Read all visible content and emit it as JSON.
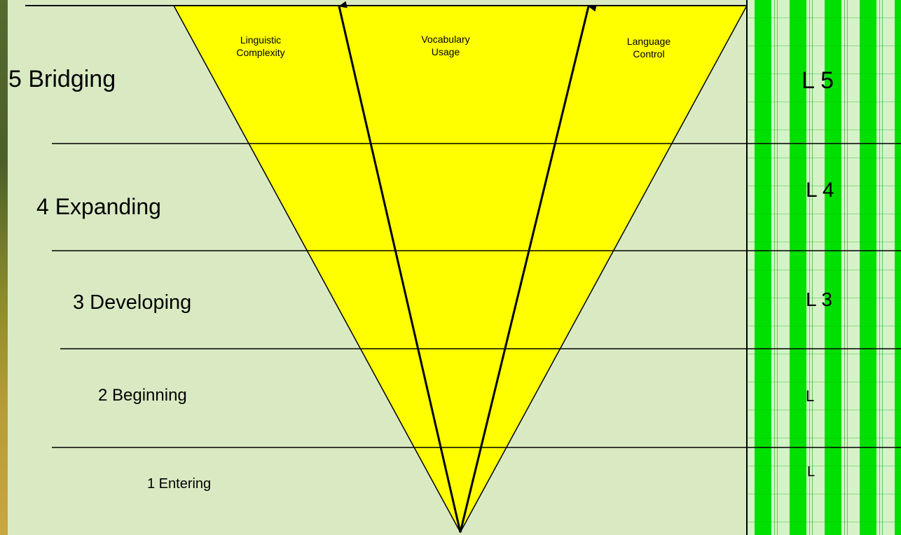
{
  "levels": [
    {
      "label": "5 Bridging"
    },
    {
      "label": "4 Expanding"
    },
    {
      "label": "3 Developing"
    },
    {
      "label": "2 Beginning"
    },
    {
      "label": "1 Entering"
    }
  ],
  "dimensions": [
    {
      "line1": "Linguistic",
      "line2": "Complexity"
    },
    {
      "line1": "Vocabulary",
      "line2": "Usage"
    },
    {
      "line1": "Language",
      "line2": "Control"
    }
  ],
  "right_column_labels": [
    "L 5",
    "L 4",
    "L 3",
    "L",
    "L"
  ],
  "colors": {
    "panel": "#d9eac3",
    "triangle": "#ffff00",
    "pattern_green": "#00e000",
    "lines": "#000000"
  }
}
